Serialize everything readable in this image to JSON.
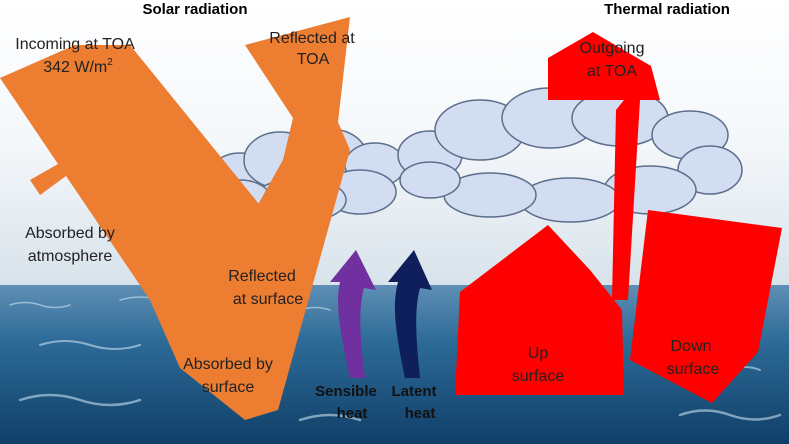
{
  "headings": {
    "solar": "Solar radiation",
    "thermal": "Thermal radiation"
  },
  "labels": {
    "incoming_line1": "Incoming at TOA",
    "incoming_line2": "342 W/m",
    "incoming_sup": "2",
    "reflected_toa_1": "Reflected at",
    "reflected_toa_2": "TOA",
    "absorbed_atm_1": "Absorbed by",
    "absorbed_atm_2": "atmosphere",
    "reflected_surf_1": "Reflected",
    "reflected_surf_2": "at surface",
    "absorbed_surf_1": "Absorbed by",
    "absorbed_surf_2": "surface",
    "outgoing_1": "Outgoing",
    "outgoing_2": "at TOA",
    "up_1": "Up",
    "up_2": "surface",
    "down_1": "Down",
    "down_2": "surface",
    "sensible_1": "Sensible",
    "sensible_2": "heat",
    "latent_1": "Latent",
    "latent_2": "heat"
  },
  "colors": {
    "solar_orange": "#ED7D31",
    "thermal_red": "#FF0000",
    "sensible_purple": "#7030A0",
    "latent_navy": "#0E1F5B",
    "cloud_fill": "#D3DDF2",
    "cloud_edge": "#5B6E8C"
  }
}
